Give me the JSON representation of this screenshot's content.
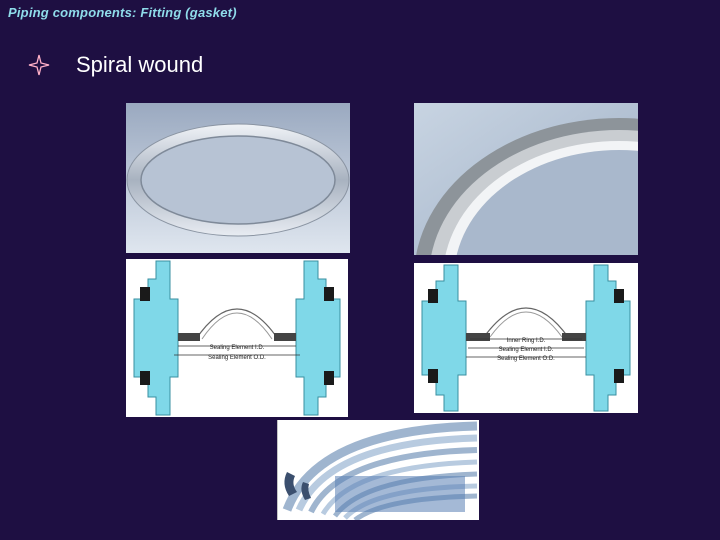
{
  "slide": {
    "title": "Piping components: Fitting (gasket)",
    "bullet": "Spiral wound"
  },
  "colors": {
    "background": "#1e0f42",
    "title": "#8fdcea",
    "bullet_icon": "#ffb0c8",
    "flange": "#7fd8e8",
    "bolt": "#1a1a1a"
  },
  "diagram_left": {
    "labels": [
      "Sealing Element I.D.",
      "Sealing Element O.D."
    ]
  },
  "diagram_right": {
    "labels": [
      "Inner Ring I.D.",
      "Sealing Element I.D.",
      "Sealing Element O.D."
    ]
  }
}
